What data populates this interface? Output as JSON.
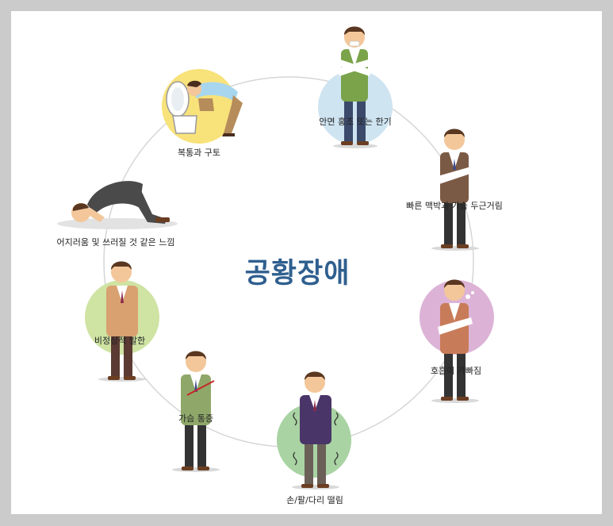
{
  "title": "공황장애",
  "symptoms": [
    {
      "id": "flushing",
      "label": "안면 홍조 또는 한기",
      "circle_color": "#cfe4f1"
    },
    {
      "id": "palpitations",
      "label": "빠른 맥박과 가슴 두근거림",
      "circle_color": null
    },
    {
      "id": "breathless",
      "label": "호흡이 가빠짐",
      "circle_color": "#dcb3d6"
    },
    {
      "id": "trembling",
      "label": "손/팔/다리 떨림",
      "circle_color": "#a9d3a3"
    },
    {
      "id": "chest-pain",
      "label": "가슴 통증",
      "circle_color": null
    },
    {
      "id": "sweating",
      "label": "비정상적 발한",
      "circle_color": "#cfe3a3"
    },
    {
      "id": "dizziness",
      "label": "어지러움 및 쓰러질 것 같은 느낌",
      "circle_color": null
    },
    {
      "id": "nausea",
      "label": "복통과 구토",
      "circle_color": "#f8e27a"
    }
  ],
  "colors": {
    "title": "#2f5f8f",
    "ring": "#d6d6d6",
    "background": "#cbcbcb",
    "panel": "#ffffff"
  }
}
